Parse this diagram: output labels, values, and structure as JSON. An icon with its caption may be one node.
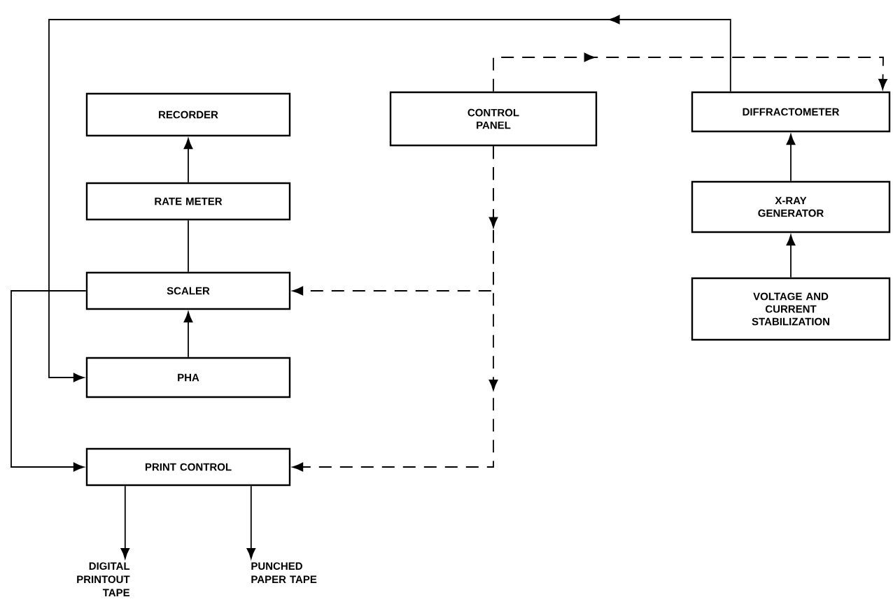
{
  "diagram": {
    "nodes": [
      {
        "text": [
          "RECORDER"
        ]
      },
      {
        "text": [
          "RATE METER"
        ]
      },
      {
        "text": [
          "SCALER"
        ]
      },
      {
        "text": [
          "PHA"
        ]
      },
      {
        "text": [
          "PRINT CONTROL"
        ]
      },
      {
        "text": [
          "CONTROL PANEL"
        ]
      },
      {
        "text": [
          "DIFFRACTOMETER"
        ]
      },
      {
        "text": [
          "X-RAY GENERATOR"
        ]
      },
      {
        "text": [
          "VOLTAGE AND CURRENT STABILIZATION"
        ]
      },
      {
        "text": [
          "DIGITAL PRINTOUT TAPE"
        ]
      },
      {
        "text": [
          "PUNCHED PAPER TAPE"
        ]
      }
    ],
    "edges": [
      {
        "from": 1,
        "to": 0,
        "arrow": "to"
      },
      {
        "from": 2,
        "to": 1,
        "arrow": "none"
      },
      {
        "from": 3,
        "to": 2,
        "arrow": "to"
      },
      {
        "from": 6,
        "to": 3,
        "arrow": "to"
      },
      {
        "from": 2,
        "to": 4,
        "arrow": "to"
      },
      {
        "from": 5,
        "to": 6,
        "arrow": "to",
        "style": "dashed"
      },
      {
        "from": 5,
        "to": 2,
        "arrow": "to",
        "style": "dashed"
      },
      {
        "from": 5,
        "to": 4,
        "arrow": "to",
        "style": "dashed"
      },
      {
        "from": 8,
        "to": 7,
        "arrow": "to"
      },
      {
        "from": 7,
        "to": 6,
        "arrow": "to"
      },
      {
        "from": 4,
        "to": 9,
        "arrow": "to"
      },
      {
        "from": 4,
        "to": 10,
        "arrow": "to"
      }
    ]
  }
}
